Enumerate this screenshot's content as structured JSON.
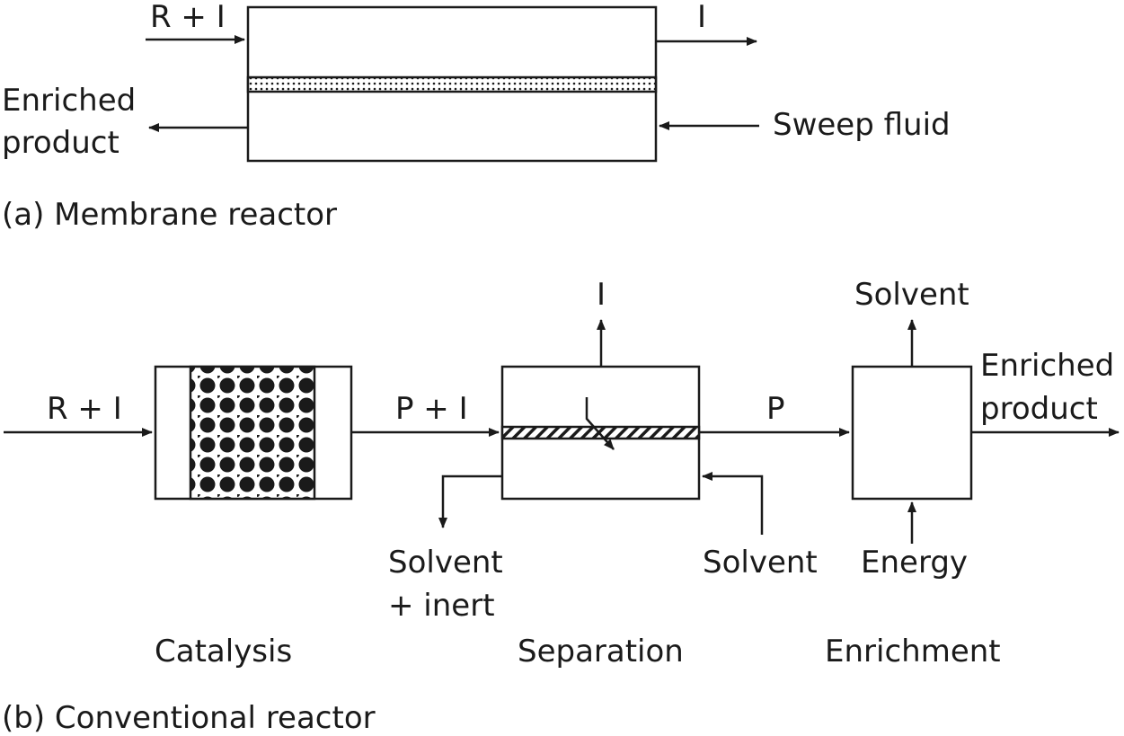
{
  "panel_a": {
    "caption": "(a) Membrane reactor",
    "feed_label": "R + I",
    "outlet_label": "I",
    "product_label_line1": "Enriched",
    "product_label_line2": "product",
    "sweep_label": "Sweep fluid"
  },
  "panel_b": {
    "caption": "(b) Conventional reactor",
    "feed_label": "R + I",
    "mid_label": "P + I",
    "p_label": "P",
    "inert_out_label": "I",
    "solvent_top_label": "Solvent",
    "product_label_line1": "Enriched",
    "product_label_line2": "product",
    "solvent_inert_line1": "Solvent",
    "solvent_inert_line2": "+ inert",
    "solvent_in_label": "Solvent",
    "energy_label": "Energy",
    "stage_catalysis": "Catalysis",
    "stage_separation": "Separation",
    "stage_enrichment": "Enrichment"
  },
  "colors": {
    "ink": "#1a1a1a",
    "background": "#ffffff"
  }
}
